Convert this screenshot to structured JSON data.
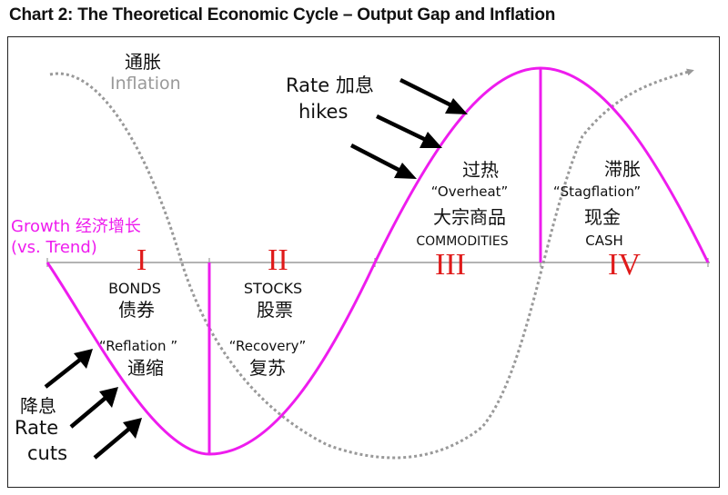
{
  "title": "Chart 2:  The Theoretical Economic Cycle – Output Gap and Inflation",
  "inflation_label": {
    "zh": "通胀",
    "en": "Inflation"
  },
  "growth_label": {
    "line1": "Growth 经济增长",
    "line2": "(vs. Trend)"
  },
  "rate_hikes": {
    "line1": "Rate  加息",
    "line2": "hikes"
  },
  "rate_cuts": {
    "zh": "降息",
    "line1": "Rate",
    "line2": "cuts"
  },
  "phases": [
    {
      "numeral": "I",
      "asset_en": "BONDS",
      "asset_zh": "债券",
      "stage_en": "“Reflation ”",
      "stage_zh": "通缩"
    },
    {
      "numeral": "II",
      "asset_en": "STOCKS",
      "asset_zh": "股票",
      "stage_en": "“Recovery”",
      "stage_zh": "复苏"
    },
    {
      "numeral": "III",
      "stage_zh": "过热",
      "stage_en": "“Overheat”",
      "asset_zh": "大宗商品",
      "asset_en": "COMMODITIES"
    },
    {
      "numeral": "IV",
      "stage_zh": "滞胀",
      "stage_en": "“Stagflation”",
      "asset_zh": "现金",
      "asset_en": "CASH"
    }
  ],
  "colors": {
    "growth": "#ee1cee",
    "inflation": "#999999",
    "numerals": "#e01a1a",
    "axis": "#9a9a9a",
    "arrows": "#000000"
  }
}
